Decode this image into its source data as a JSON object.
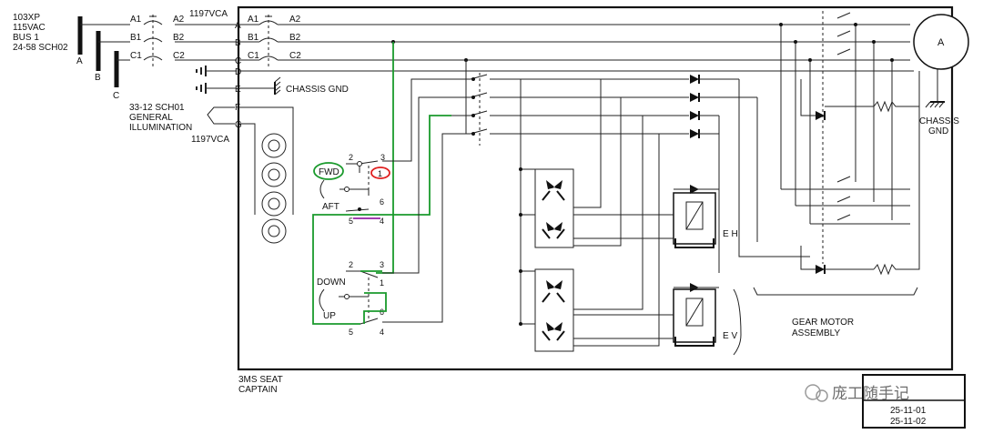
{
  "bus": {
    "lines": [
      "103XP",
      "115VAC",
      "BUS 1",
      "24-58 SCH02"
    ],
    "phase_a": "A",
    "phase_b": "B",
    "phase_c": "C"
  },
  "breakers": {
    "a1": "A1",
    "a2": "A2",
    "b1": "B1",
    "b2": "B2",
    "c1": "C1",
    "c2": "C2"
  },
  "connector": {
    "label_top": "1197VCA",
    "label_bottom": "1197VCA",
    "pins": [
      "A",
      "B",
      "C",
      "D",
      "E",
      "F",
      "G"
    ]
  },
  "ground": {
    "chassis_gnd": "CHASSIS GND"
  },
  "illumination": {
    "lines": [
      "33-12 SCH01",
      "GENERAL",
      "ILLUMINATION"
    ]
  },
  "switch_fwd_aft": {
    "fwd": "FWD",
    "aft": "AFT",
    "t2": "2",
    "t3": "3",
    "t1": "1",
    "t6": "6",
    "t5": "5",
    "t4": "4"
  },
  "switch_down_up": {
    "down": "DOWN",
    "up": "UP",
    "t2": "2",
    "t3": "3",
    "t1": "1",
    "t6": "6",
    "t5": "5",
    "t4": "4"
  },
  "valves": {
    "eh": "E H",
    "ev": "E V"
  },
  "motor": {
    "label": "A",
    "chassis_gnd_lines": [
      "CHASSIS",
      "GND"
    ]
  },
  "gear_motor": {
    "lines": [
      "GEAR MOTOR",
      "ASSEMBLY"
    ]
  },
  "seat": {
    "lines": [
      "3MS  SEAT",
      "CAPTAIN"
    ]
  },
  "refs": {
    "lines": [
      "25-11-01",
      "25-11-02"
    ]
  },
  "watermark": {
    "text": "庞工随手记"
  },
  "colors": {
    "green": "#1a9a2c",
    "red": "#e02020",
    "magenta": "#a03db0"
  }
}
